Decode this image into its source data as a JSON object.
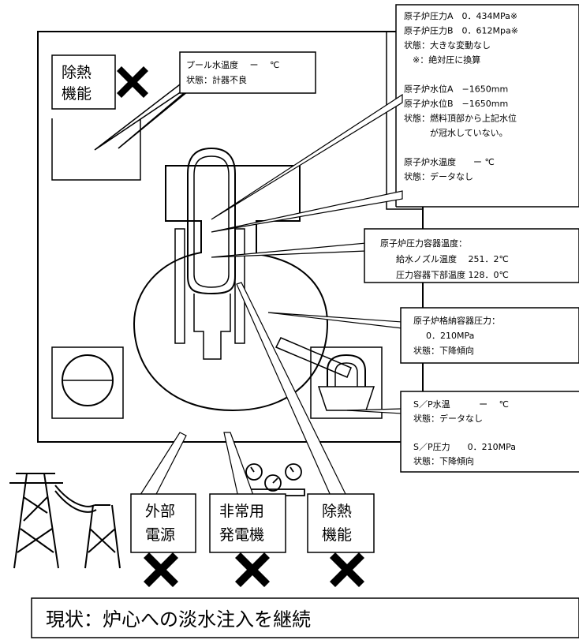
{
  "heat_removal_top": {
    "line1": "除熱",
    "line2": "機能"
  },
  "pool_box": {
    "line1": "プール水温度　 ー　 ℃",
    "line2": "状態：計器不良"
  },
  "info_box": {
    "lines": [
      "原子炉圧力A　0．434MPa※",
      "原子炉圧力B　0．612Mpa※",
      "状態：大きな変動なし",
      "　※：絶対圧に換算",
      "",
      "原子炉水位A　−1650mm",
      "原子炉水位B　−1650mm",
      "状態：燃料頂部から上記水位",
      "　　　が冠水していない。",
      "",
      "原子炉水温度　　ー ℃",
      "状態：データなし"
    ]
  },
  "vessel_temp_box": {
    "line1": "原子炉圧力容器温度：",
    "line2": "給水ノズル温度　 251．2℃",
    "line3": "圧力容器下部温度 128．0℃"
  },
  "containment_box": {
    "line1": "原子炉格納容器圧力：",
    "line2": "0．210MPa",
    "line3": "状態：下降傾向"
  },
  "sp_box": {
    "line1": "S／P水温　　　 ー　 ℃",
    "line2": "状態：データなし",
    "line3": "S／P圧力　　0．210MPa",
    "line4": "状態：下降傾向"
  },
  "bottom_labels": [
    {
      "line1": "外部",
      "line2": "電源"
    },
    {
      "line1": "非常用",
      "line2": "発電機"
    },
    {
      "line1": "除熱",
      "line2": "機能"
    }
  ],
  "status_banner": "現状：炉心への淡水注入を継続"
}
